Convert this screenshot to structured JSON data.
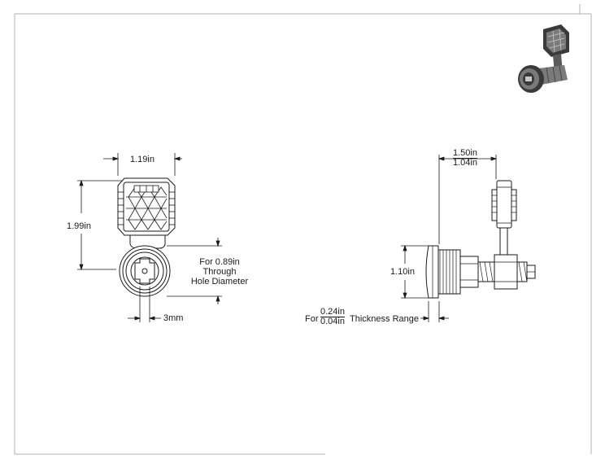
{
  "front_view": {
    "width_label": "1.19in",
    "height_label": "1.99in",
    "hole_note": {
      "line1": "For 0.89in",
      "line2": "Through",
      "line3": "Hole Diameter"
    },
    "slot_label": "3mm"
  },
  "side_view": {
    "projection": {
      "max": "1.50in",
      "min": "1.04in"
    },
    "flange_label": "1.10in",
    "thickness": {
      "prefix": "For",
      "max": "0.24in",
      "min": "0.04in",
      "suffix": "Thickness Range"
    }
  },
  "colors": {
    "line": "#1a1a1a",
    "frame": "#b0b0b0",
    "part_fill": "#ffffff",
    "iso_dark": "#3a3a3a",
    "iso_mid": "#7a7a7a",
    "iso_light": "#c8c8c8"
  },
  "icons": [
    "isometric-lock-thumbnail"
  ]
}
